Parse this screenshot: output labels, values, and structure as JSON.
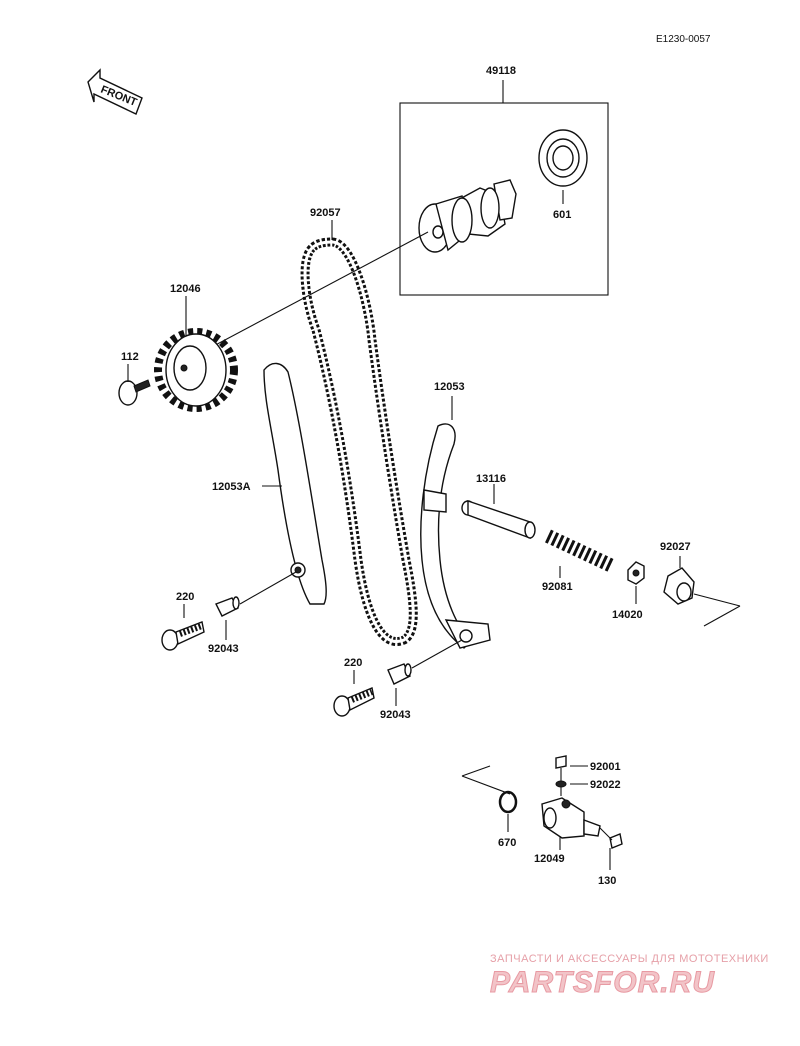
{
  "diagram": {
    "code": "E1230-0057",
    "front_label": "FRONT",
    "labels": {
      "p49118": "49118",
      "p601": "601",
      "p92057": "92057",
      "p12046": "12046",
      "p112": "112",
      "p12053A": "12053A",
      "p12053": "12053",
      "p13116": "13116",
      "p92027": "92027",
      "p92081": "92081",
      "p14020": "14020",
      "p220a": "220",
      "p92043a": "92043",
      "p220b": "220",
      "p92043b": "92043",
      "p92001": "92001",
      "p92022": "92022",
      "p670": "670",
      "p12049": "12049",
      "p130": "130"
    }
  },
  "watermark": {
    "tagline": "ЗАПЧАСТИ И АКСЕССУАРЫ ДЛЯ МОТОТЕХНИКИ",
    "brand": "PARTSFOR.RU"
  }
}
